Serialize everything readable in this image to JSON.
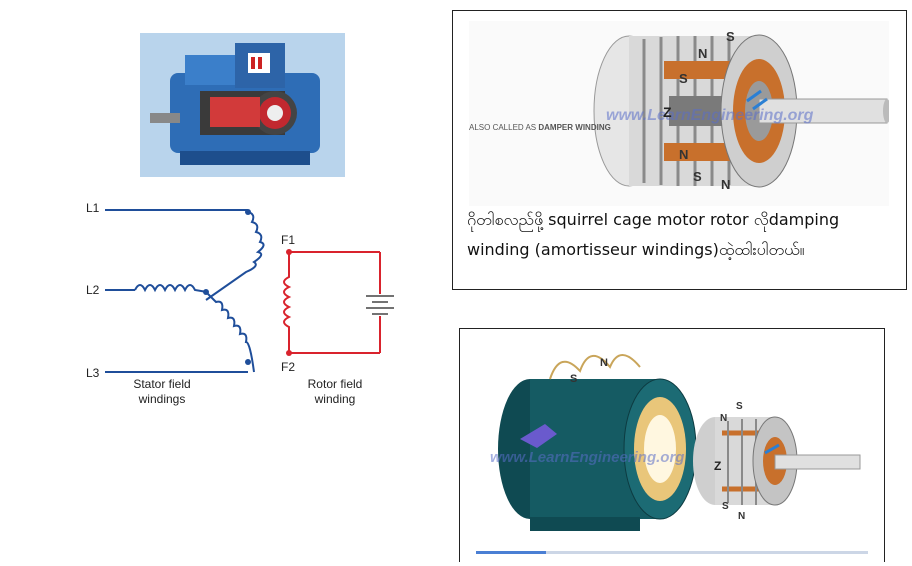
{
  "motor_photo": {
    "description_label": "cutaway-motor"
  },
  "schematic": {
    "line_labels": [
      "L1",
      "L2",
      "L3"
    ],
    "field_labels": [
      "F1",
      "F2"
    ],
    "stator_caption": [
      "Stator field",
      "windings"
    ],
    "rotor_caption": [
      "Rotor field",
      "winding"
    ],
    "colors": {
      "stator": "#1f4e9a",
      "rotor": "#d9232d"
    }
  },
  "panel_top": {
    "side_note_prefix": "ALSO CALLED AS ",
    "side_note_bold": "DAMPER WINDING",
    "watermark": "www.LearnEngineering.org",
    "pole_letters": [
      "N",
      "S",
      "S",
      "N",
      "S",
      "N",
      "Z"
    ],
    "caption_line1": "ဂိုတါစလည်ဖို့ squirrel cage motor rotor လိုdamping",
    "caption_line2": "winding (amortisseur windings)ထဲ့ထါးပါတယ်။"
  },
  "panel_bottom": {
    "watermark": "www.LearnEngineering.org",
    "pole_letters": [
      "N",
      "S",
      "S",
      "N",
      "S",
      "N",
      "Z"
    ]
  }
}
